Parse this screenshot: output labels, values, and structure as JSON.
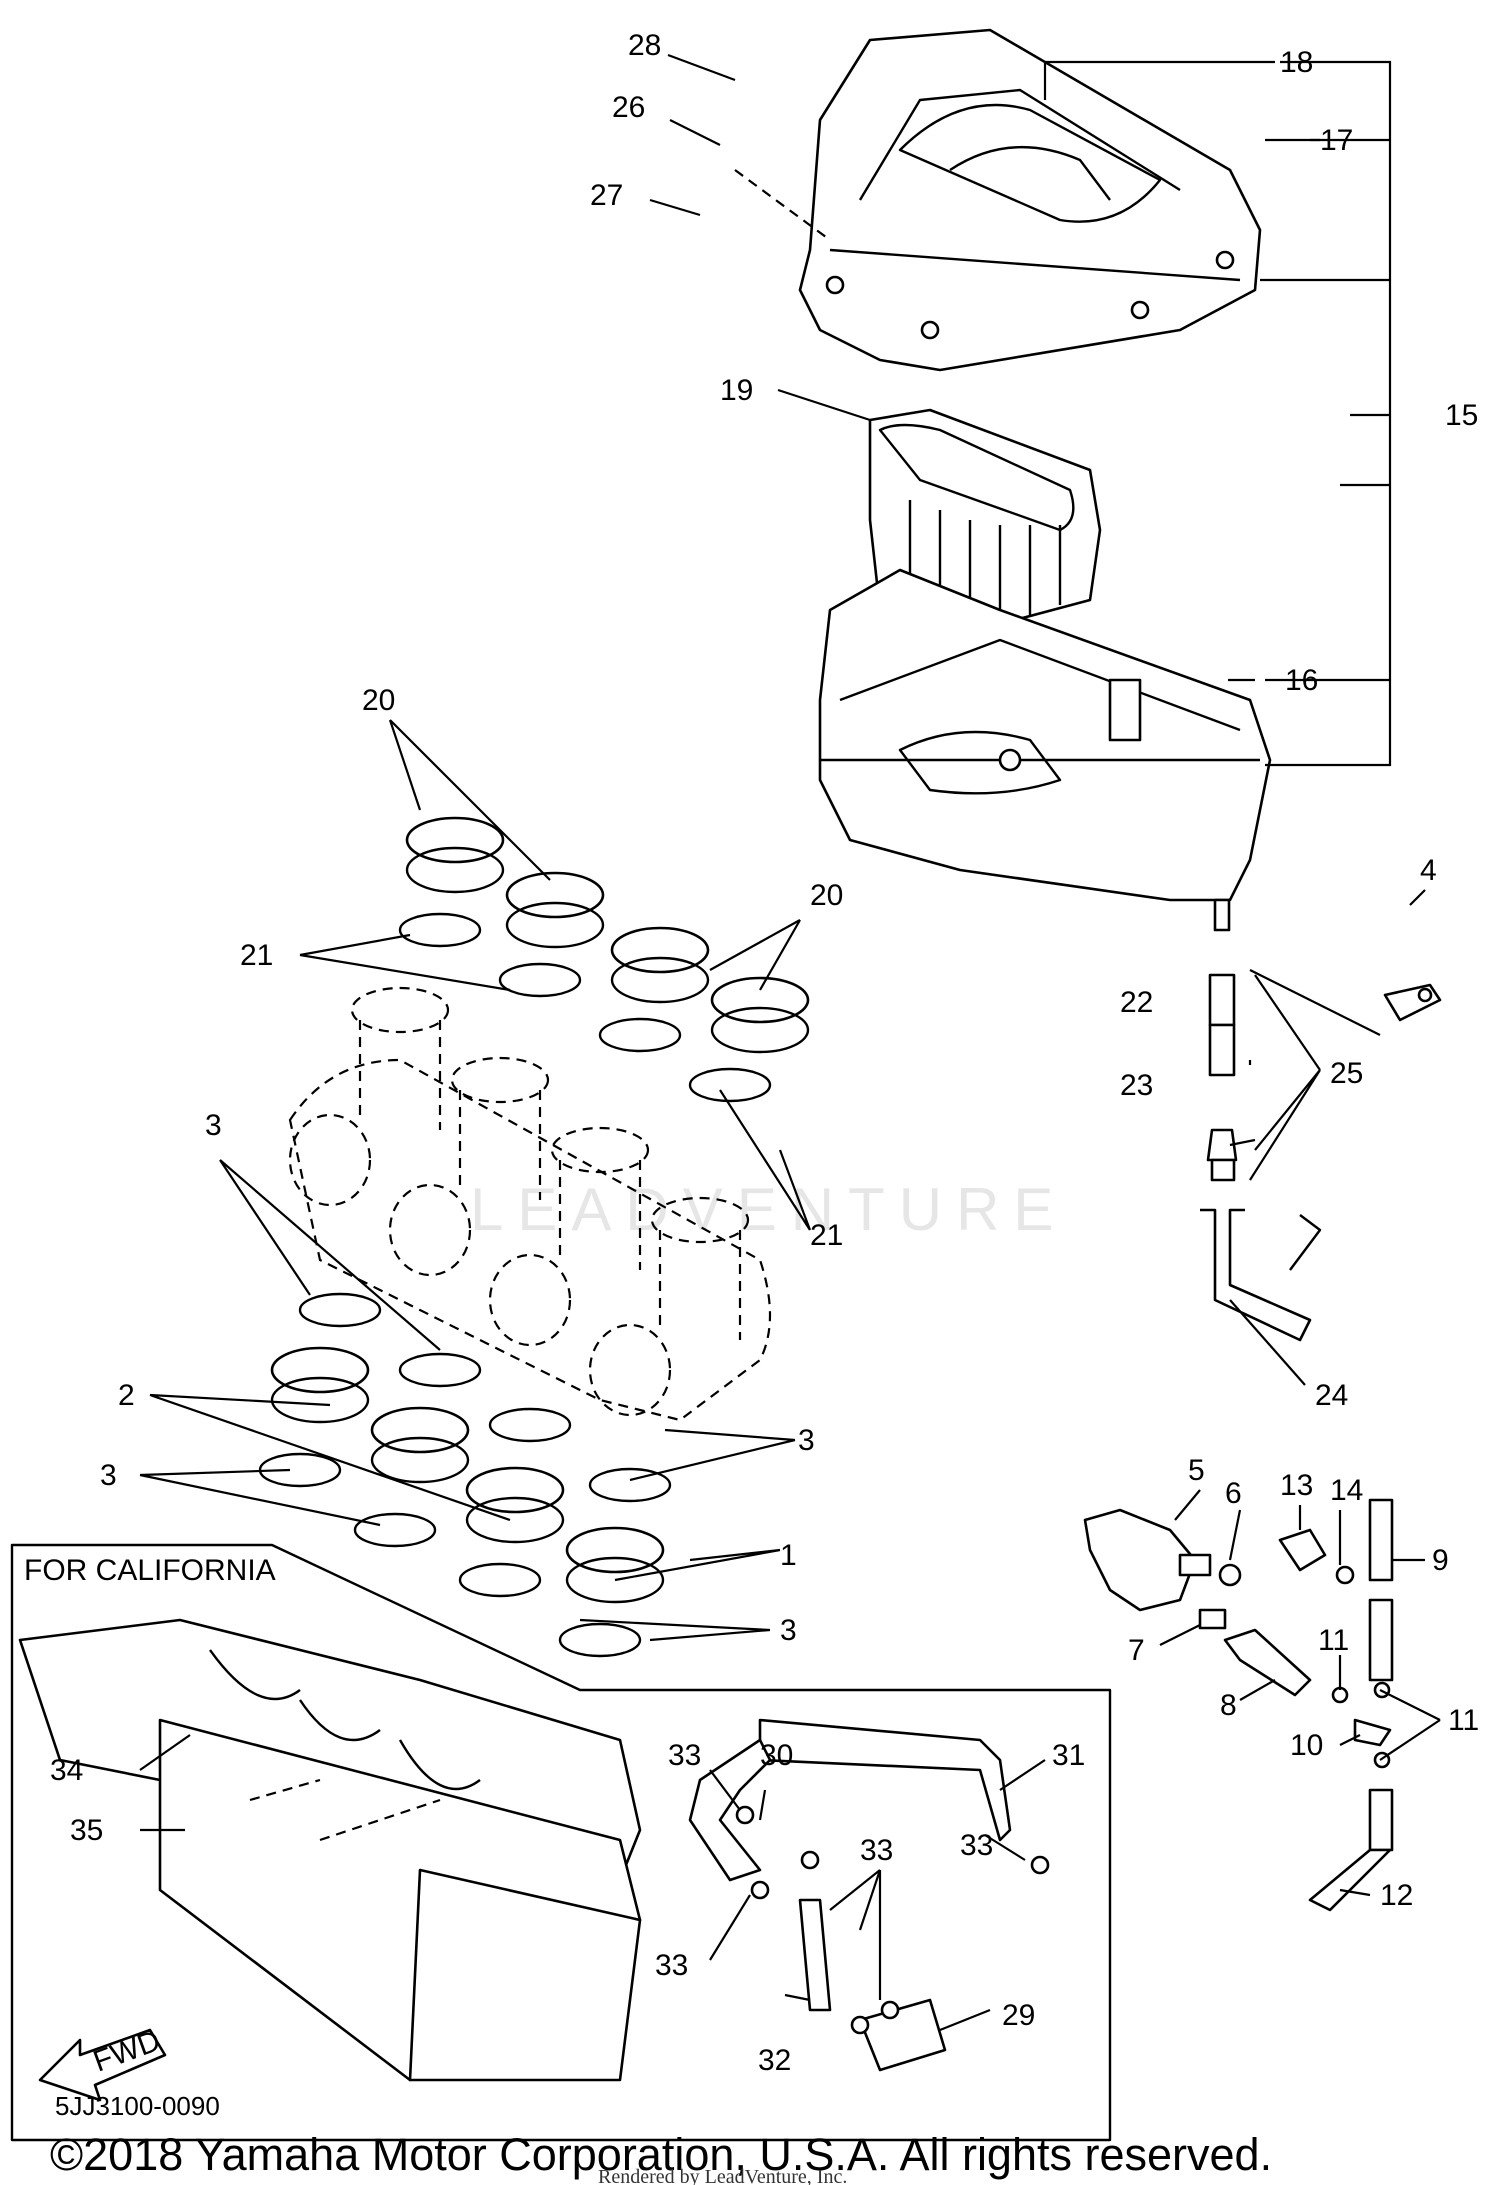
{
  "diagram": {
    "watermark": "LEADVENTURE",
    "california_label": "FOR CALIFORNIA",
    "fwd_label": "FWD",
    "part_code": "5JJ3100-0090",
    "copyright": "©2018 Yamaha Motor Corporation, U.S.A. All rights reserved.",
    "rendered_by": "Rendered by LeadVenture, Inc.",
    "callouts": {
      "c1": "1",
      "c2": "2",
      "c3": "3",
      "c4": "4",
      "c5": "5",
      "c6": "6",
      "c7": "7",
      "c8": "8",
      "c9": "9",
      "c10": "10",
      "c11": "11",
      "c12": "12",
      "c13": "13",
      "c14": "14",
      "c15": "15",
      "c16": "16",
      "c17": "17",
      "c18": "18",
      "c19": "19",
      "c20": "20",
      "c21": "21",
      "c22": "22",
      "c23": "23",
      "c24": "24",
      "c25": "25",
      "c26": "26",
      "c27": "27",
      "c28": "28",
      "c29": "29",
      "c30": "30",
      "c31": "31",
      "c32": "32",
      "c33": "33",
      "c34": "34",
      "c35": "35"
    }
  }
}
